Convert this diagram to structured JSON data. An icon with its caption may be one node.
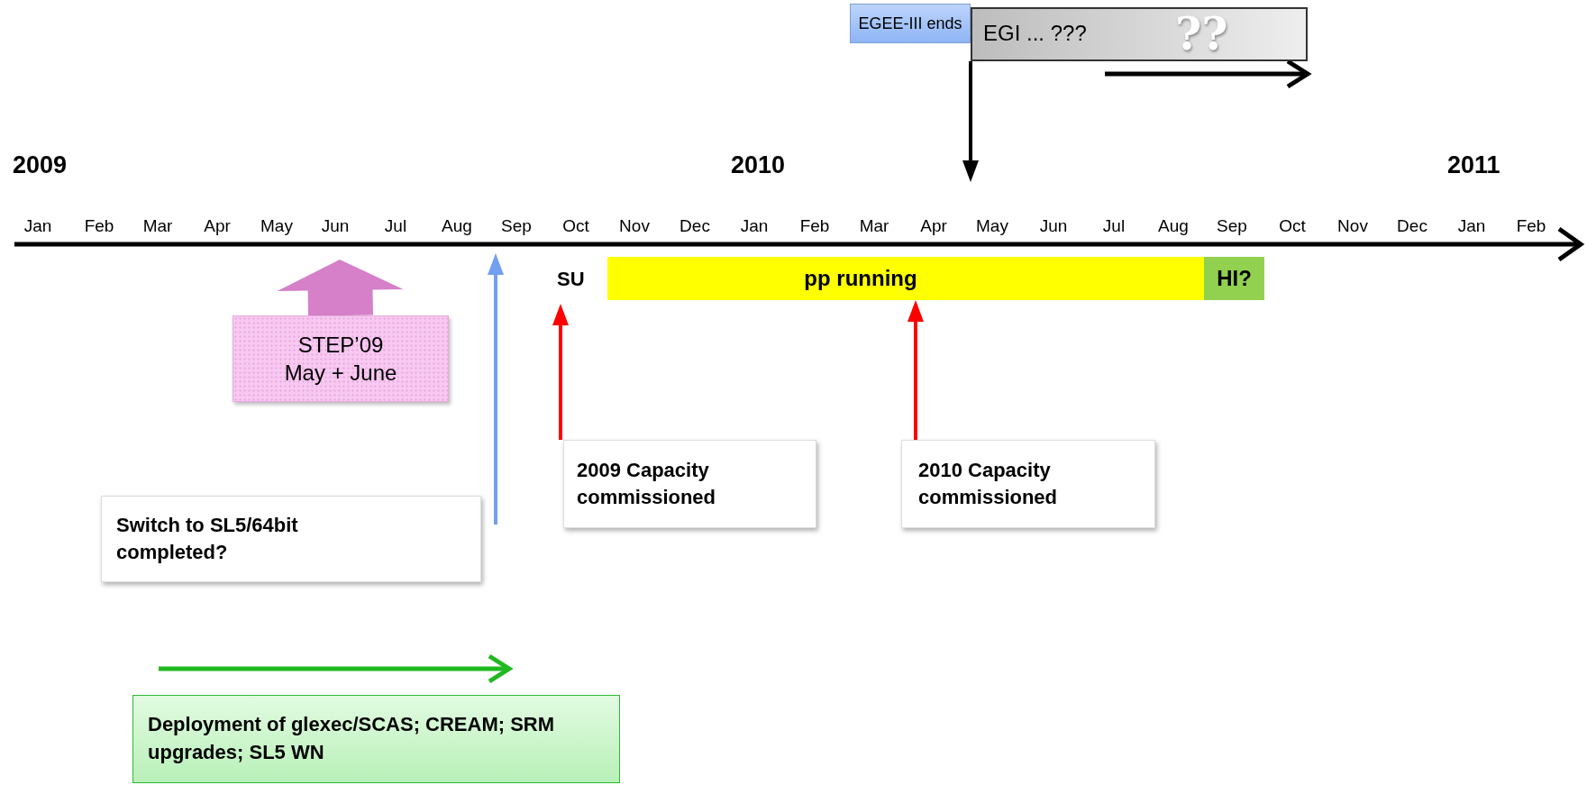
{
  "diagram": {
    "nodes": [
      {
        "text": [
          "EGEE-III ends"
        ]
      },
      {
        "text": [
          "EGI ... ???",
          "??"
        ]
      },
      {
        "text": [
          "pp running"
        ]
      },
      {
        "text": [
          "HI?"
        ]
      },
      {
        "text": [
          "STEP’09 May + June"
        ]
      },
      {
        "text": [
          "Switch to SL5/64bit completed?"
        ]
      },
      {
        "text": [
          "2009 Capacity commissioned"
        ]
      },
      {
        "text": [
          "2010 Capacity commissioned"
        ]
      },
      {
        "text": [
          "Deployment of glexec/SCAS; CREAM; SRM upgrades; SL5 WN"
        ]
      }
    ],
    "edges": [
      {
        "from": 1,
        "to": null,
        "arrow": "to",
        "color": "#000000"
      },
      {
        "from": 4,
        "to": null,
        "arrow": "to",
        "style": "thick",
        "color": "#d580c8"
      },
      {
        "from": 5,
        "to": null,
        "arrow": "to",
        "color": "#729fef"
      },
      {
        "from": 6,
        "to": null,
        "arrow": "to",
        "color": "#ff0000"
      },
      {
        "from": 7,
        "to": 2,
        "arrow": "to",
        "color": "#ff0000"
      }
    ],
    "labels": [
      "2009",
      "2010",
      "2011",
      "Jan",
      "Feb",
      "Mar",
      "Apr",
      "May",
      "Jun",
      "Jul",
      "Aug",
      "Sep",
      "Oct",
      "Nov",
      "Dec",
      "Jan",
      "Feb",
      "Mar",
      "Apr",
      "May",
      "Jun",
      "Jul",
      "Aug",
      "Sep",
      "Oct",
      "Nov",
      "Dec",
      "Jan",
      "Feb",
      "SU"
    ]
  }
}
